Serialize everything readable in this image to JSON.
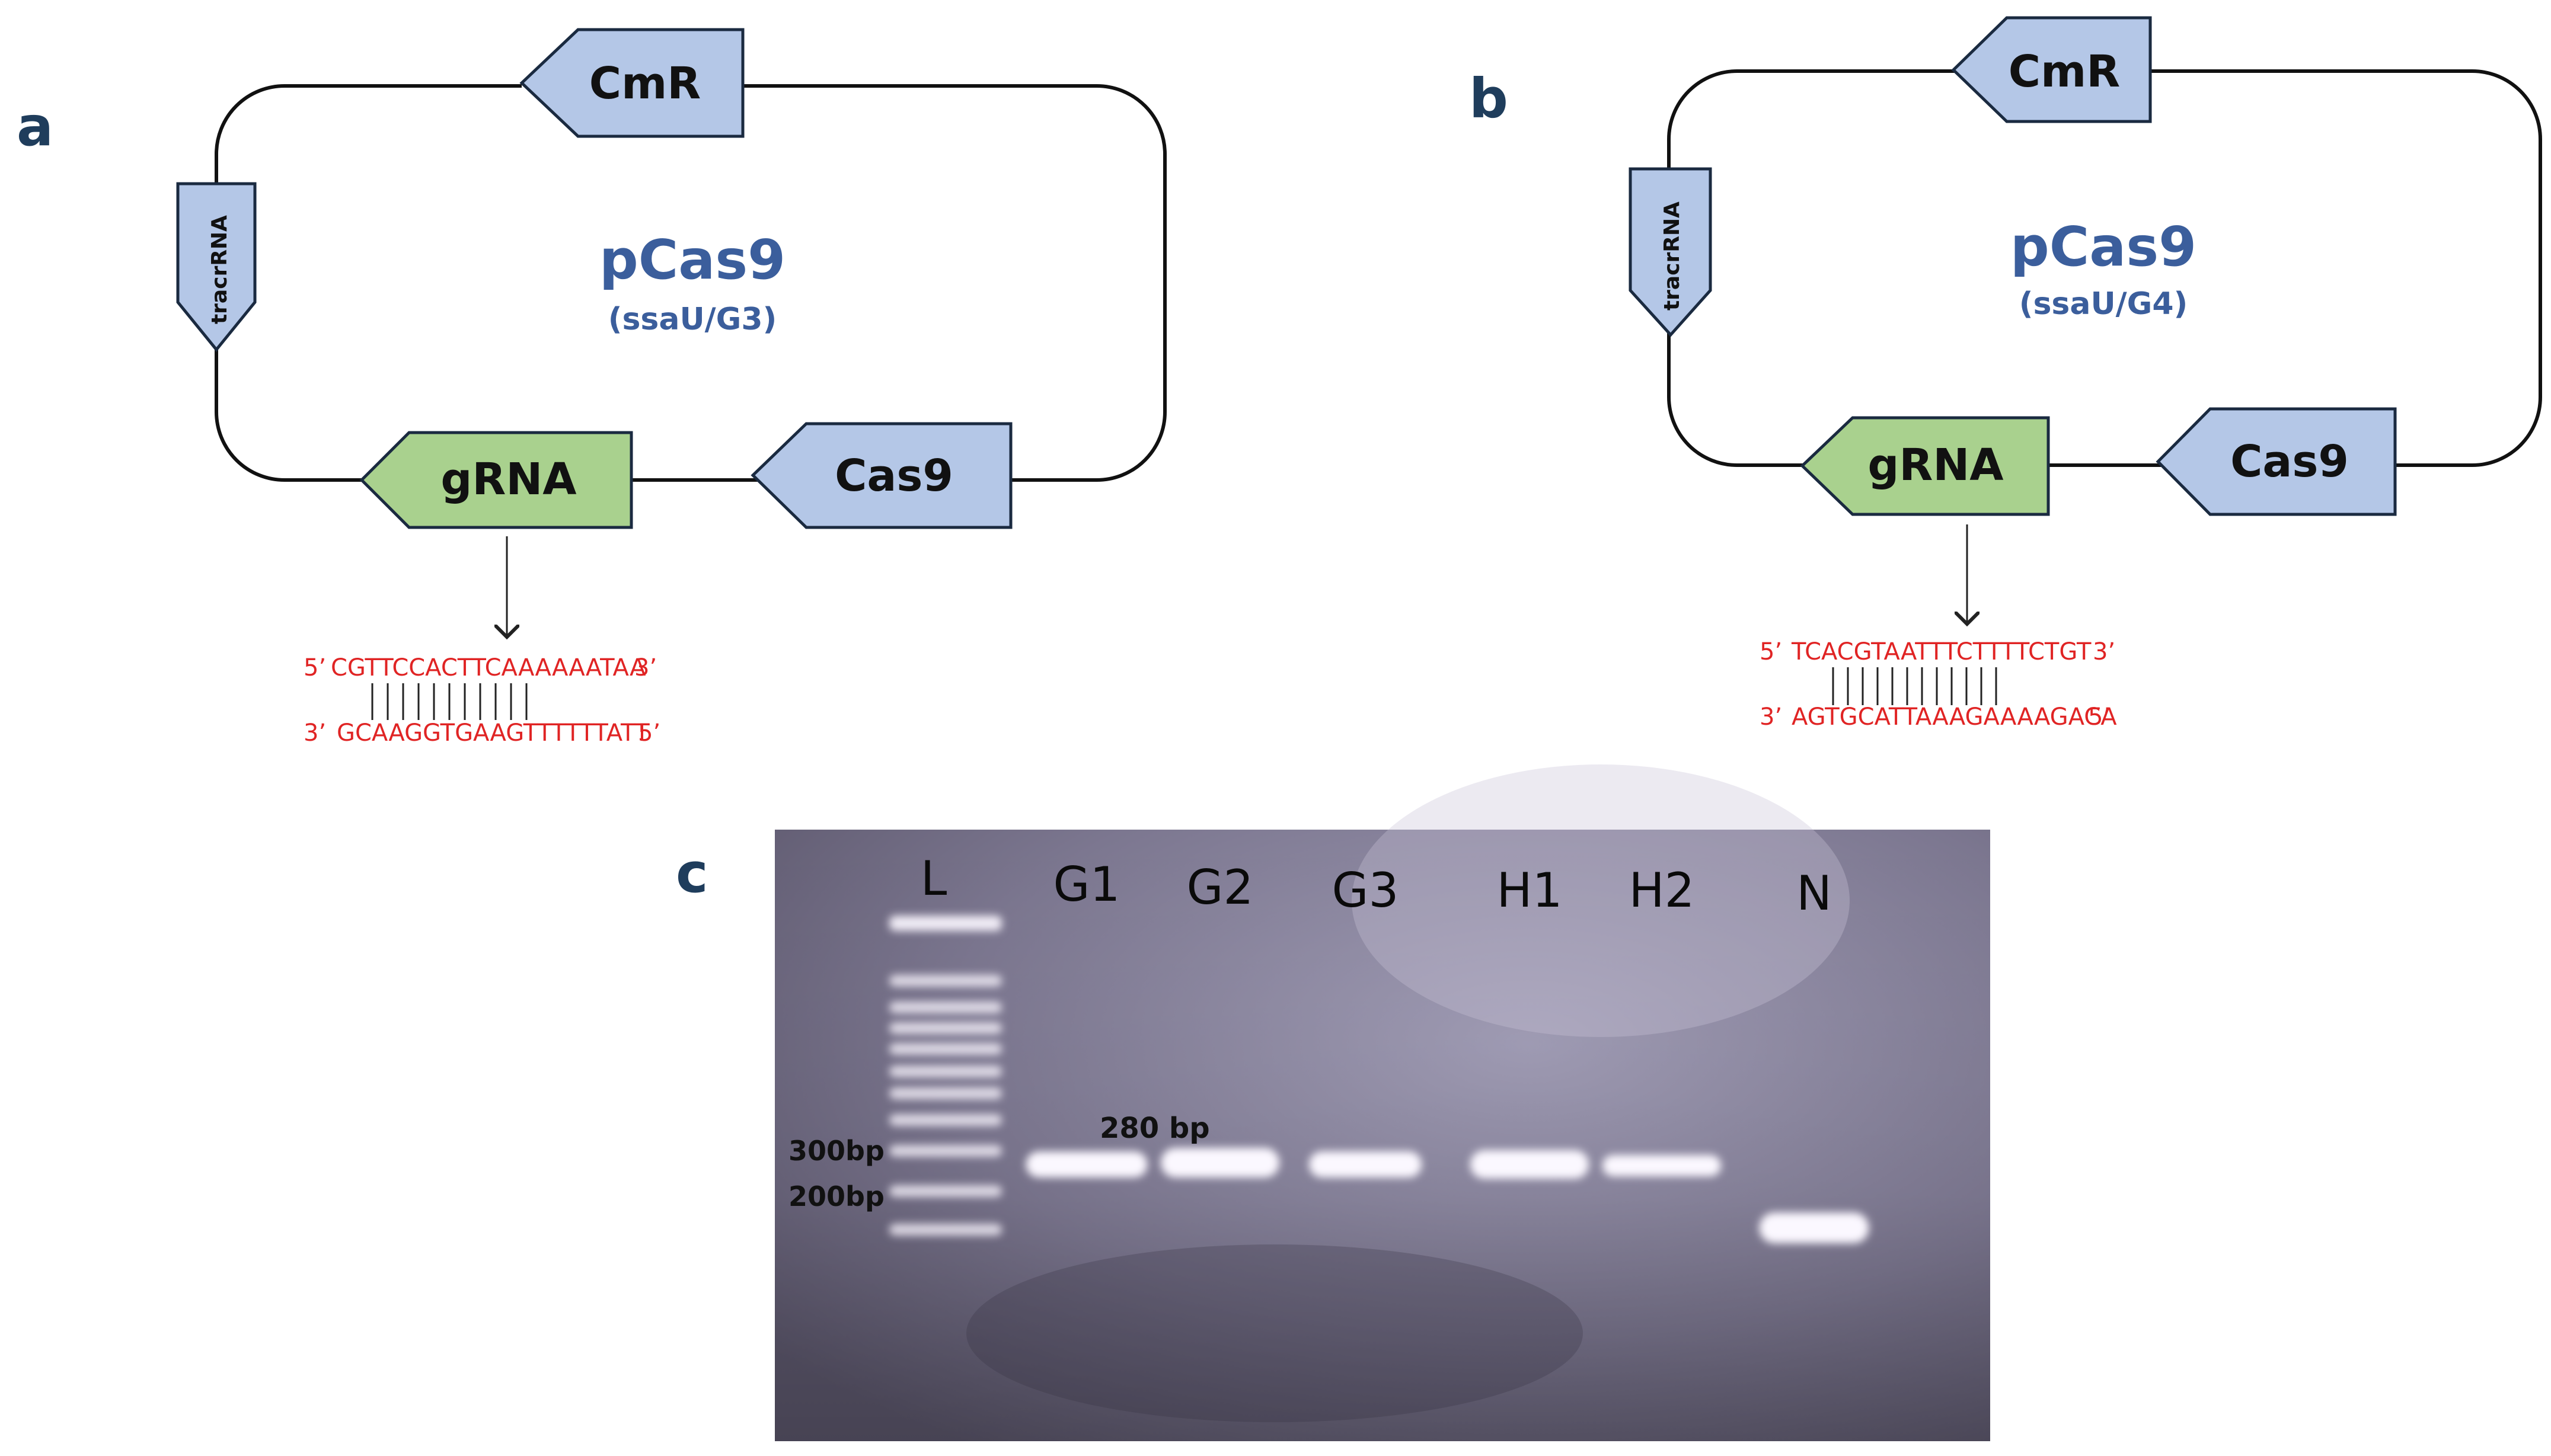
{
  "panels": {
    "a": {
      "label": "a",
      "plasmid_name": "pCas9",
      "plasmid_sub": "(ssaU/G3)",
      "elements": {
        "cmr": "CmR",
        "tracr": "tracrRNA",
        "grna": "gRNA",
        "cas9": "Cas9"
      },
      "sequence": {
        "top_prefix": "5’",
        "top": "CGTTCCACTTCAAAAAATAA",
        "top_suffix": "3’",
        "bottom_prefix": "3’",
        "bottom": "GCAAGGTGAAGTTTTTTATT",
        "bottom_suffix": "5’"
      }
    },
    "b": {
      "label": "b",
      "plasmid_name": "pCas9",
      "plasmid_sub": "(ssaU/G4)",
      "elements": {
        "cmr": "CmR",
        "tracr": "tracrRNA",
        "grna": "gRNA",
        "cas9": "Cas9"
      },
      "sequence": {
        "top_prefix": "5’",
        "top": "TCACGTAATTTCTTTTCTGT",
        "top_suffix": "3’",
        "bottom_prefix": "3’",
        "bottom": "AGTGCATTAAAGAAAAGACA",
        "bottom_suffix": "5’"
      }
    },
    "c": {
      "label": "c",
      "lanes": [
        "L",
        "G1",
        "G2",
        "G3",
        "H1",
        "H2",
        "N"
      ],
      "markers": [
        "300bp",
        "200bp"
      ],
      "band_size_label": "280 bp"
    }
  },
  "colors": {
    "box_blue": "#b4c7e7",
    "box_green": "#a9d18e",
    "title_blue": "#3b5e9c",
    "sequence_red": "#e02424",
    "gel_bg": "#6e6a80"
  }
}
